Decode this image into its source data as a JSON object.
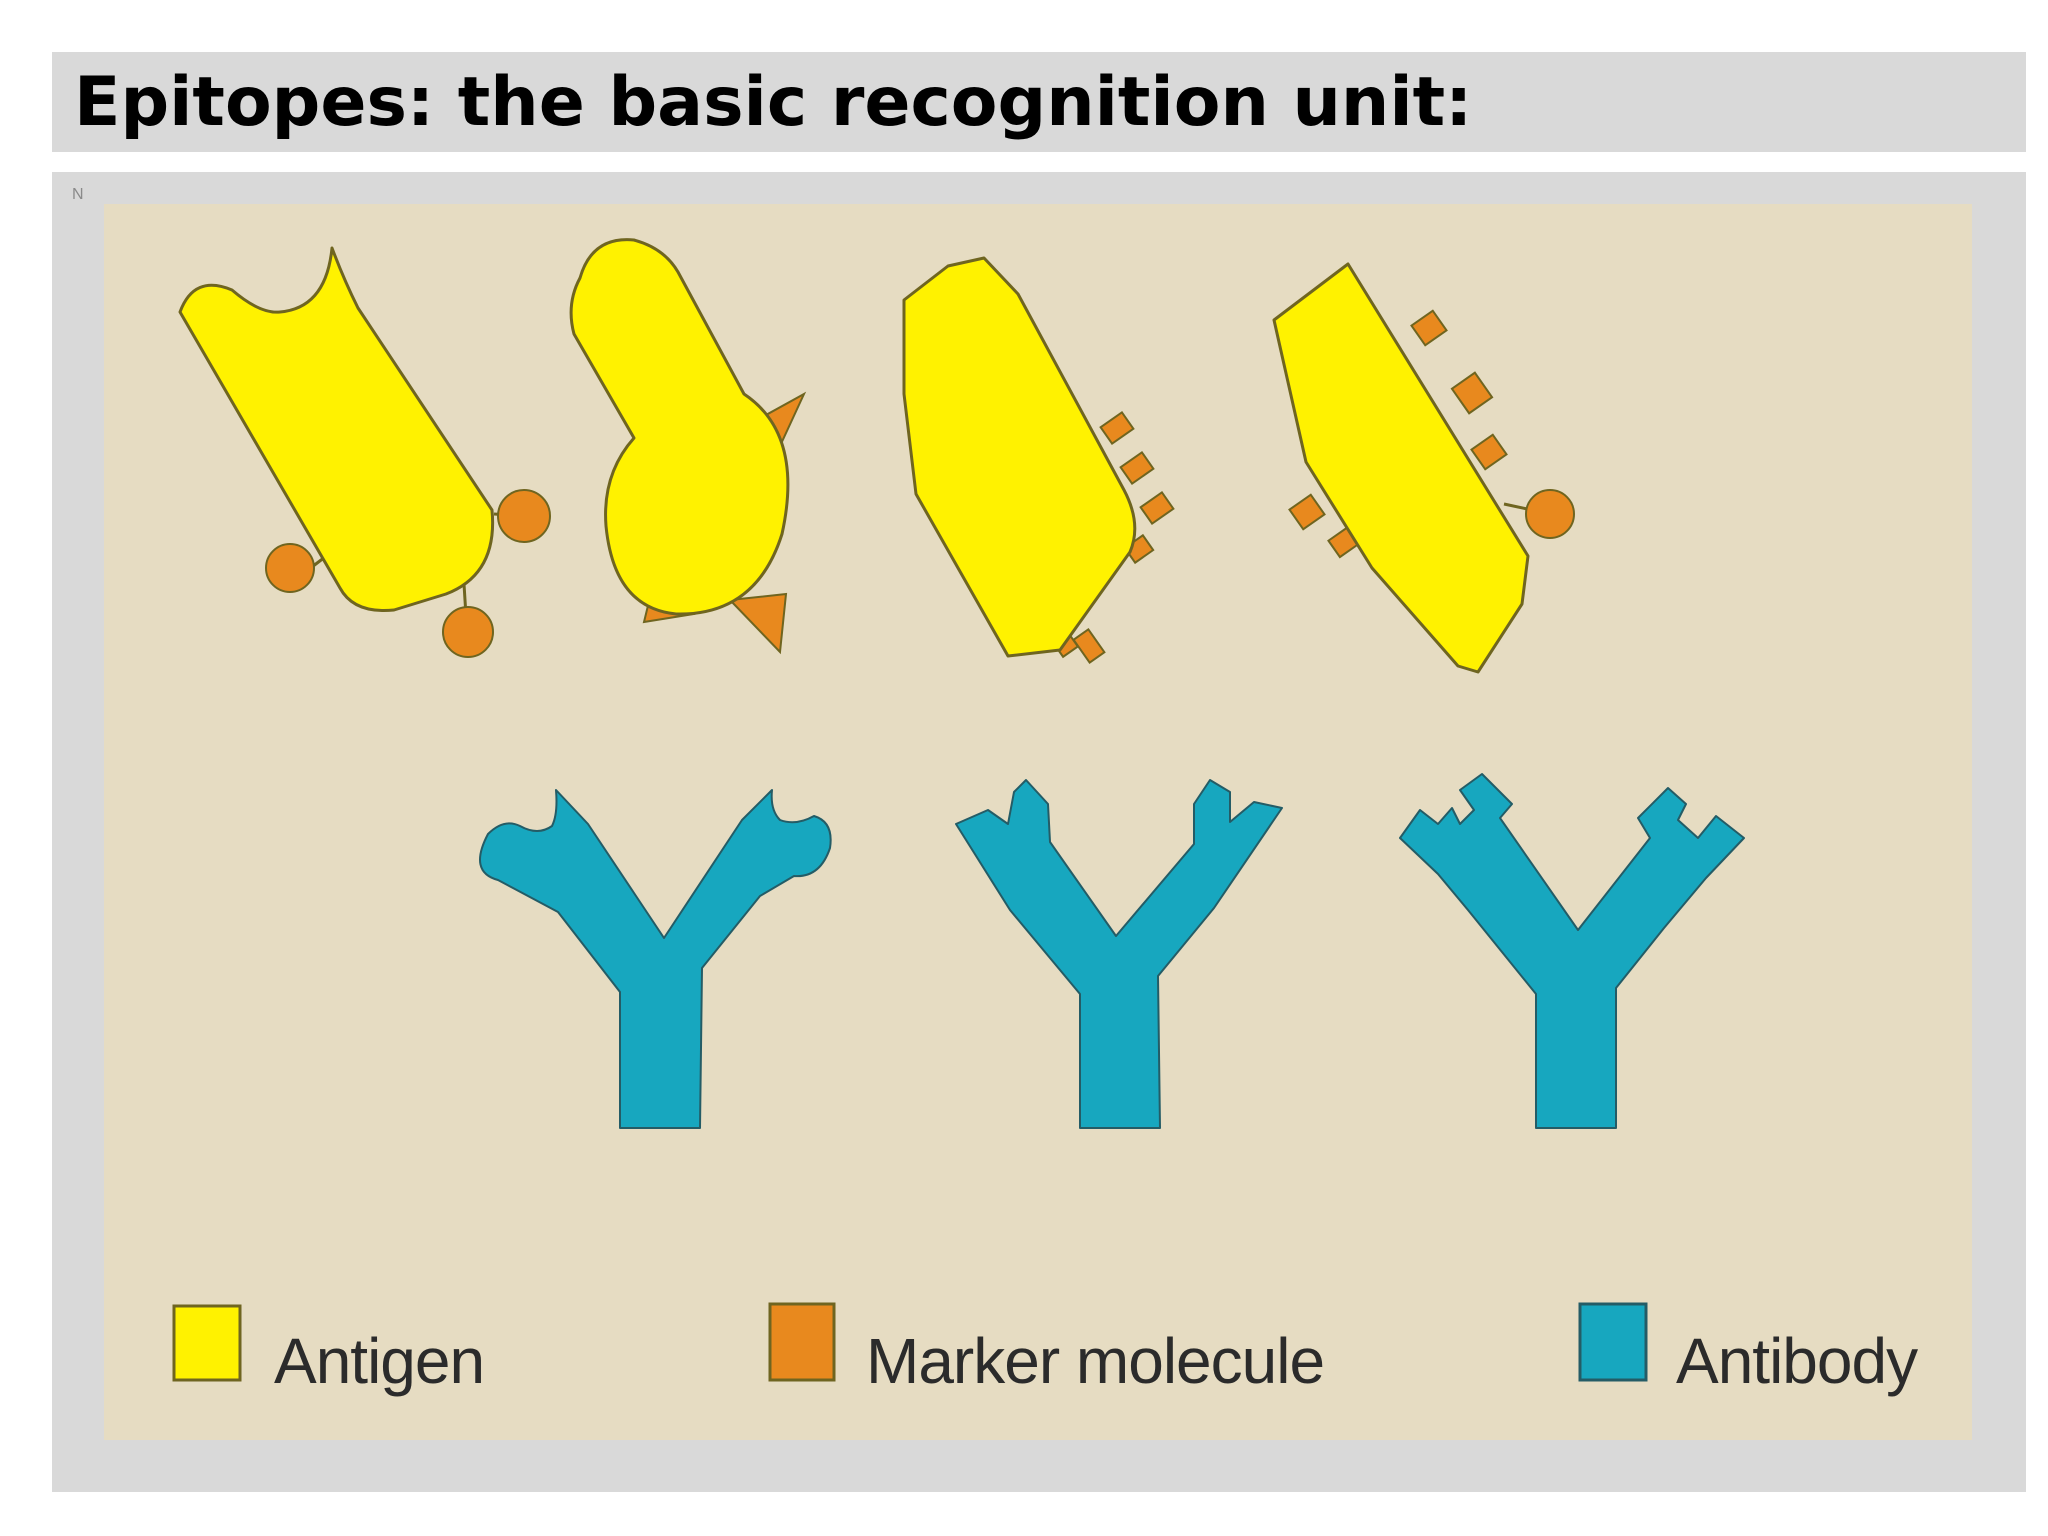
{
  "slide": {
    "title": "Epitopes: the basic recognition unit:",
    "corner_mark": "N"
  },
  "colors": {
    "title_bar": "#d9d9d9",
    "frame": "#d9d9d9",
    "diagram_background": "#e6dcc2",
    "antigen": "#fff200",
    "marker": "#e8891e",
    "antibody": "#17a7bf",
    "outline": "#6f6520"
  },
  "diagram": {
    "antigens": [
      {
        "name": "antigen-1",
        "marker_shape": "round"
      },
      {
        "name": "antigen-2",
        "marker_shape": "triangular"
      },
      {
        "name": "antigen-3",
        "marker_shape": "rectangular"
      },
      {
        "name": "antigen-4",
        "marker_shape": "mixed"
      }
    ],
    "antibodies": [
      {
        "name": "antibody-1",
        "binding_site": "round-notch"
      },
      {
        "name": "antibody-2",
        "binding_site": "triangular-notch"
      },
      {
        "name": "antibody-3",
        "binding_site": "rectangular-notch"
      }
    ],
    "legend": [
      {
        "label": "Antigen",
        "color": "#fff200"
      },
      {
        "label": "Marker molecule",
        "color": "#e8891e"
      },
      {
        "label": "Antibody",
        "color": "#17a7bf"
      }
    ]
  }
}
